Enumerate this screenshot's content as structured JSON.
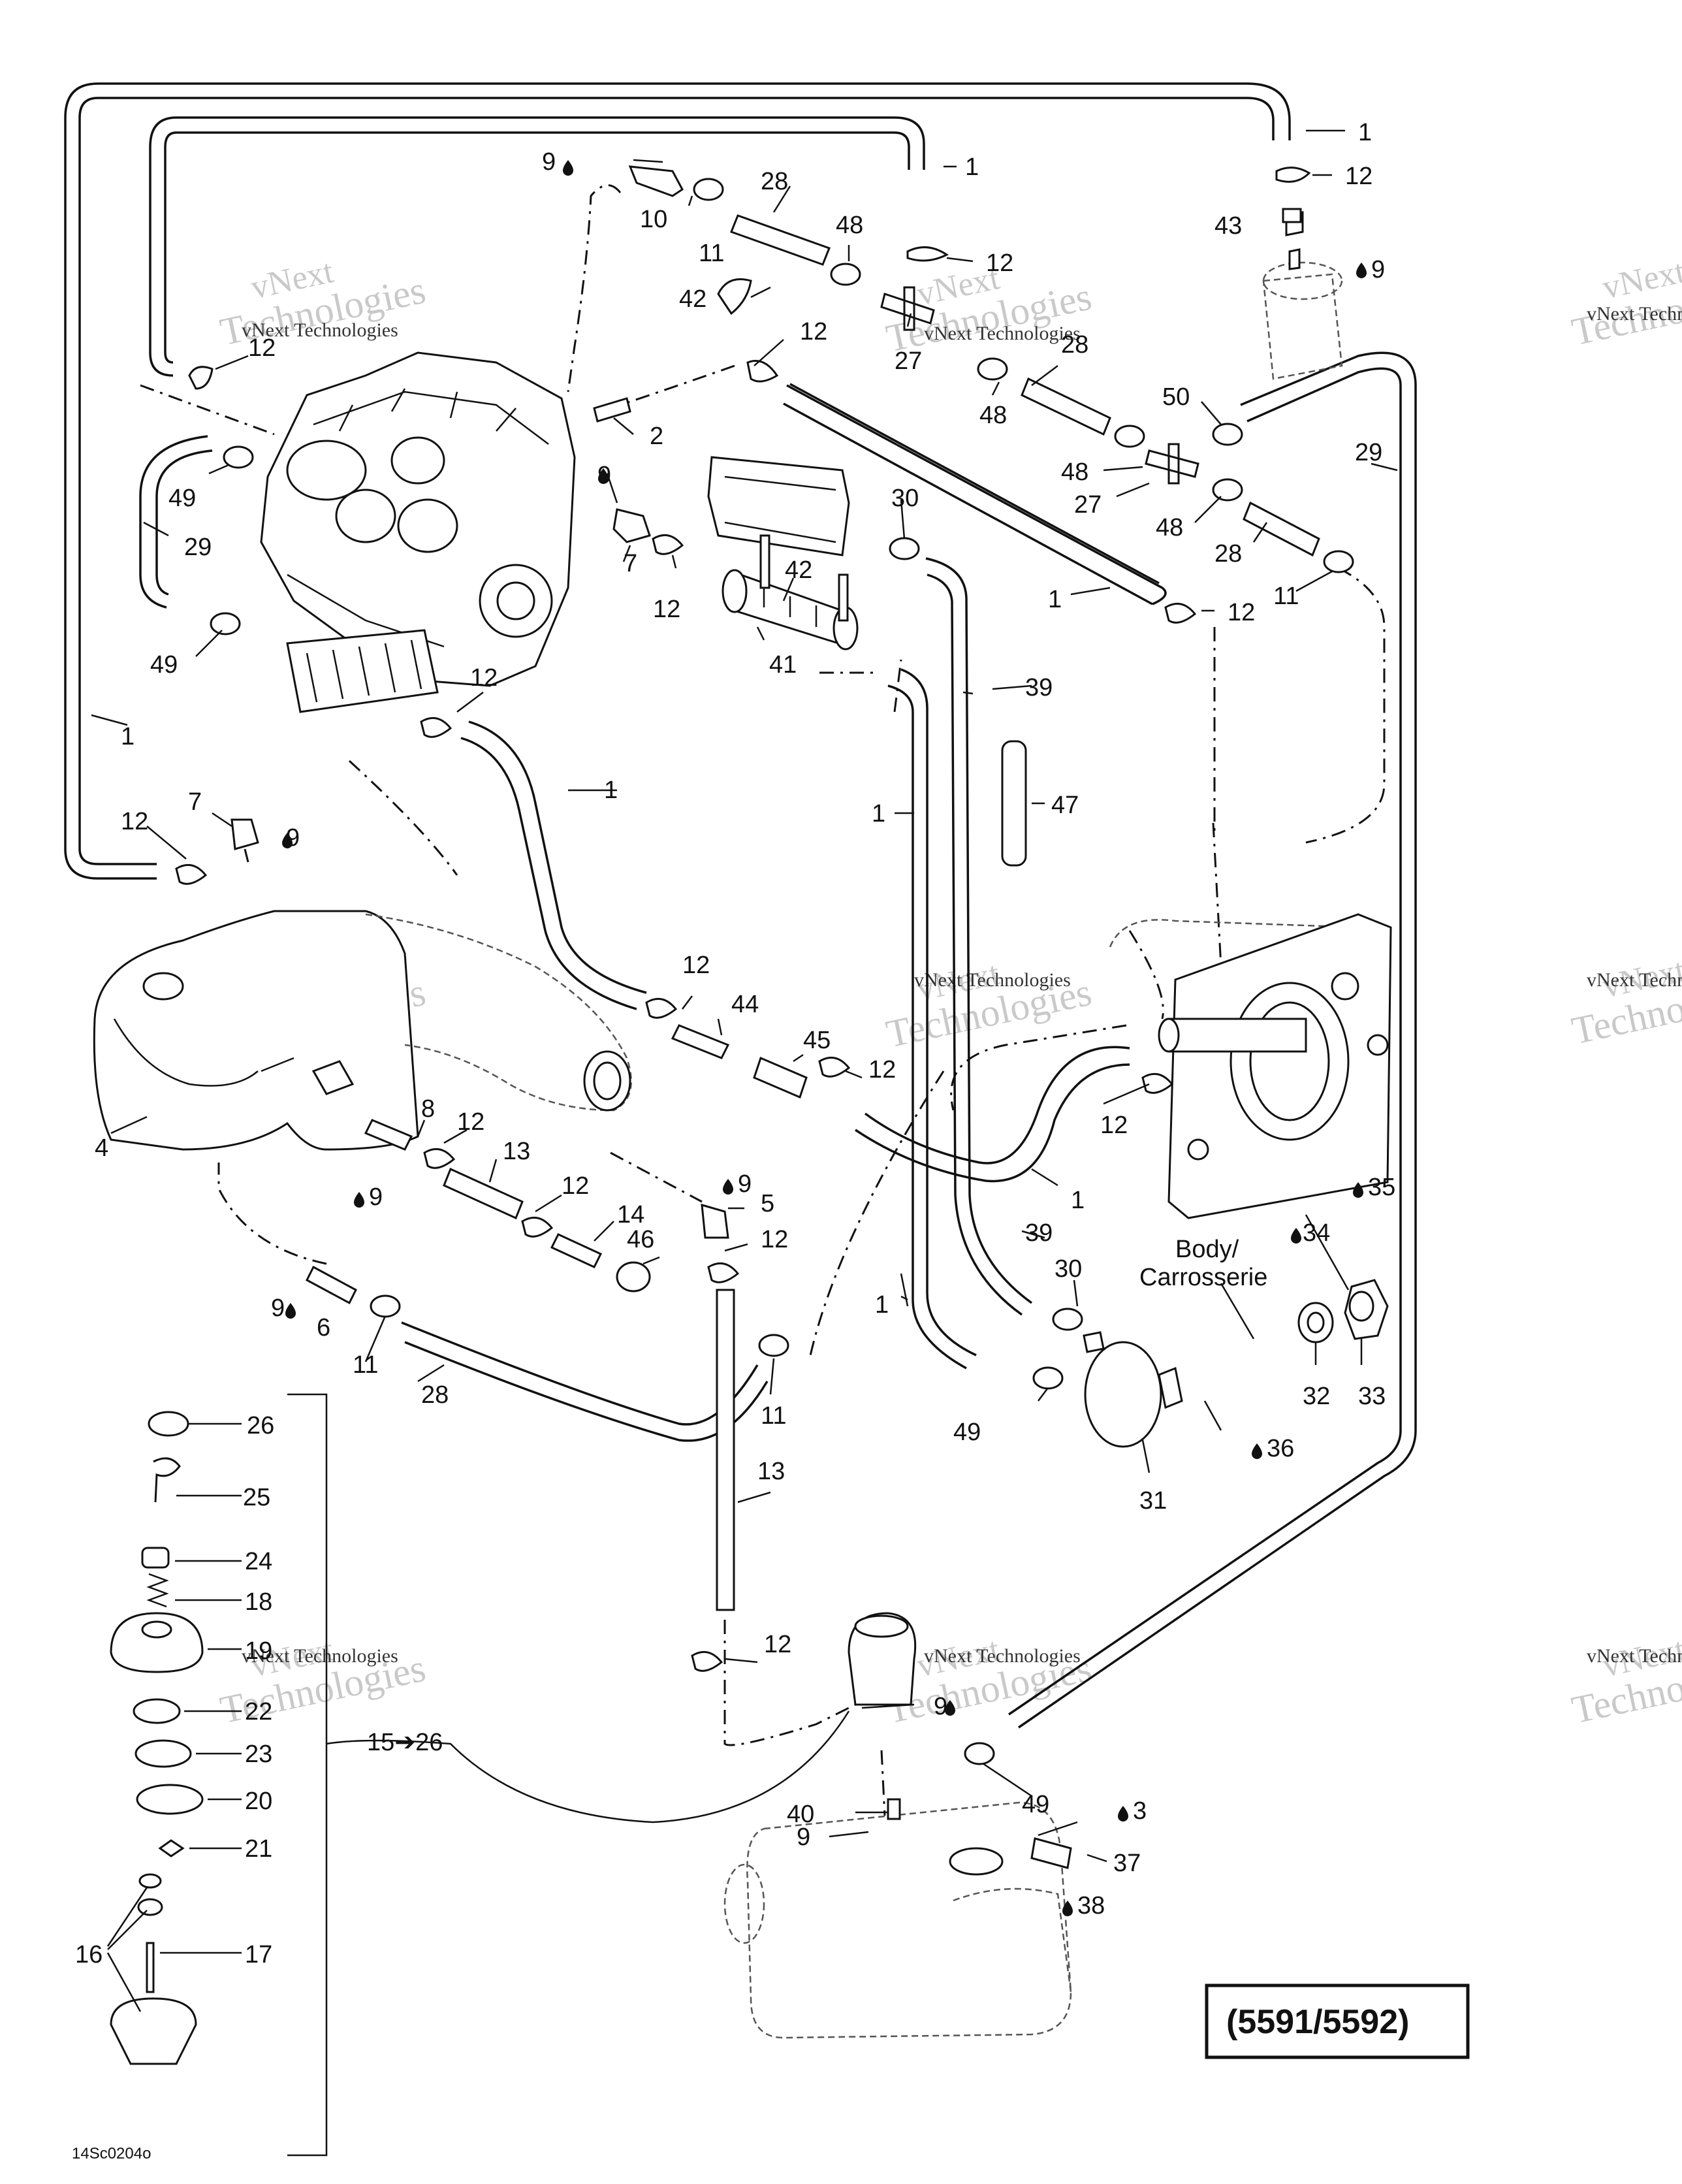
{
  "diagram": {
    "model_box": "(5591/5592)",
    "figure_code": "14Sc0204o",
    "body_label_line1": "Body/",
    "body_label_line2": "Carrosserie",
    "kit_range": "15➔26",
    "watermark_line1": "vNext",
    "watermark_line2": "Technologies",
    "watermark_small": "vNext Technologies",
    "callouts": {
      "c1": "1",
      "c2": "2",
      "c3": "3",
      "c4": "4",
      "c5": "5",
      "c6": "6",
      "c7": "7",
      "c8": "8",
      "c9": "9",
      "c10": "10",
      "c11": "11",
      "c12": "12",
      "c13": "13",
      "c14": "14",
      "c16": "16",
      "c17": "17",
      "c18": "18",
      "c19": "19",
      "c20": "20",
      "c21": "21",
      "c22": "22",
      "c23": "23",
      "c24": "24",
      "c25": "25",
      "c26": "26",
      "c27": "27",
      "c28": "28",
      "c29": "29",
      "c30": "30",
      "c31": "31",
      "c32": "32",
      "c33": "33",
      "c34": "34",
      "c35": "35",
      "c36": "36",
      "c37": "37",
      "c38": "38",
      "c39": "39",
      "c40": "40",
      "c41": "41",
      "c42": "42",
      "c43": "43",
      "c44": "44",
      "c45": "45",
      "c46": "46",
      "c47": "47",
      "c48": "48",
      "c49": "49",
      "c50": "50"
    }
  }
}
